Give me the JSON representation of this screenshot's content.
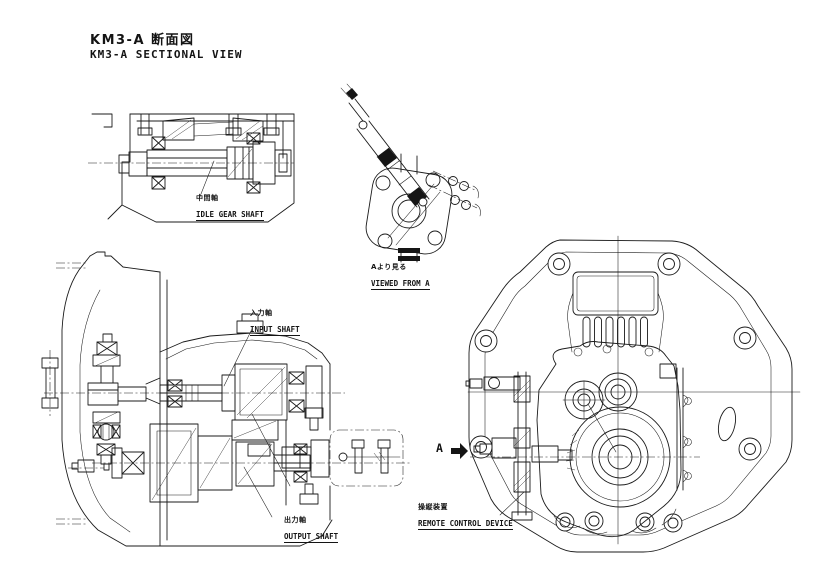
{
  "page": {
    "background_color": "#ffffff",
    "line_color": "#1b1b1b",
    "kind": "scanned engineering drawing page"
  },
  "title": {
    "jp": "KM3-A 断面図",
    "en": "KM3-A SECTIONAL VIEW"
  },
  "views": {
    "idle_gear": {
      "label_jp": "中間軸",
      "label_en": "IDLE GEAR SHAFT"
    },
    "viewed_from_a": {
      "caption_jp": "Aより見る",
      "caption_en": "VIEWED FROM A"
    },
    "main_section": {
      "input": {
        "label_jp": "入力軸",
        "label_en": "INPUT SHAFT"
      },
      "output": {
        "label_jp": "出力軸",
        "label_en": "OUTPUT SHAFT"
      }
    },
    "end_view": {
      "arrow_label": "A",
      "remote": {
        "label_jp": "操縦装置",
        "label_en": "REMOTE CONTROL DEVICE"
      }
    }
  }
}
